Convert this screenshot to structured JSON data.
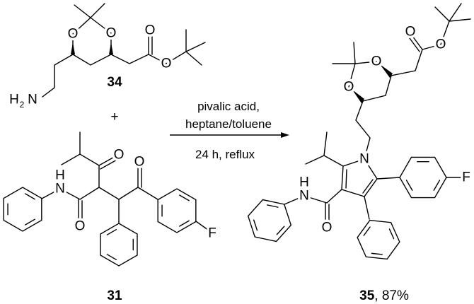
{
  "compounds": {
    "amine": {
      "id": "34",
      "amine_label": "H",
      "amine_sub": "2",
      "amine_n": "N",
      "oxygen": "O"
    },
    "diketone": {
      "id": "31",
      "nh_h": "H",
      "nh_n": "N",
      "oxygen": "O",
      "fluorine": "F"
    },
    "product": {
      "id": "35",
      "yield": ", 87%",
      "ring_n": "N",
      "nh_h": "H",
      "nh_n": "N",
      "oxygen": "O",
      "fluorine": "F"
    }
  },
  "plus": "+",
  "conditions": {
    "reagent": "pivalic acid,",
    "solvent": "heptane/toluene",
    "time_temp": "24 h, reflux"
  }
}
